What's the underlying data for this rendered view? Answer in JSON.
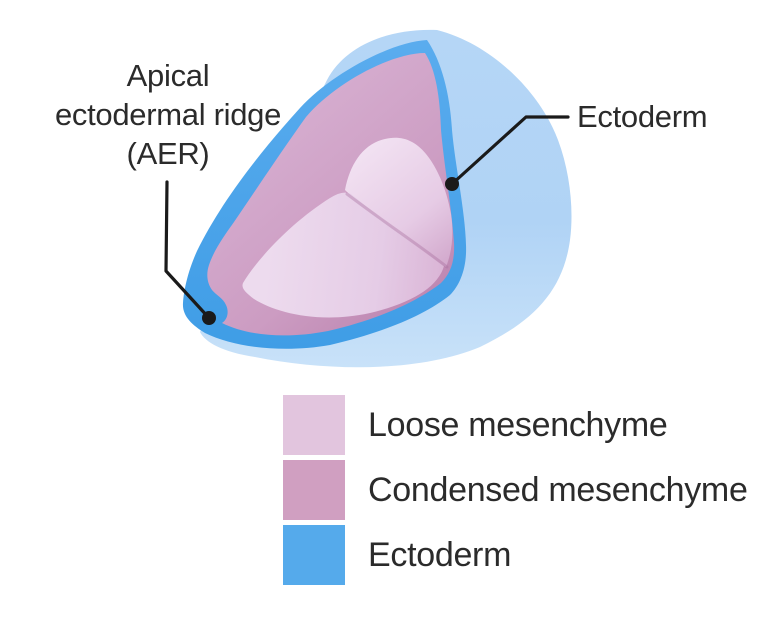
{
  "diagram": {
    "aer_label": {
      "line1": "Apical",
      "line2": "ectodermal ridge",
      "line3": "(AER)"
    },
    "ectoderm_label": "Ectoderm",
    "legend": {
      "items": [
        {
          "label": "Loose mesenchyme",
          "color": "#E2C5DE"
        },
        {
          "label": "Condensed mesenchyme",
          "color": "#D09FC1"
        },
        {
          "label": "Ectoderm",
          "color": "#55AAEB"
        }
      ]
    },
    "colors": {
      "body_surface_light_blue": "#B9D8F6",
      "ectoderm_band_blue": "#4BA4EA",
      "condensed_mesenchyme_mauve": "#CFA0C4",
      "loose_mesenchyme_pink": "#E6CCE4",
      "label_text": "#2B2B2B",
      "leader_line": "#1A1A1A"
    }
  }
}
